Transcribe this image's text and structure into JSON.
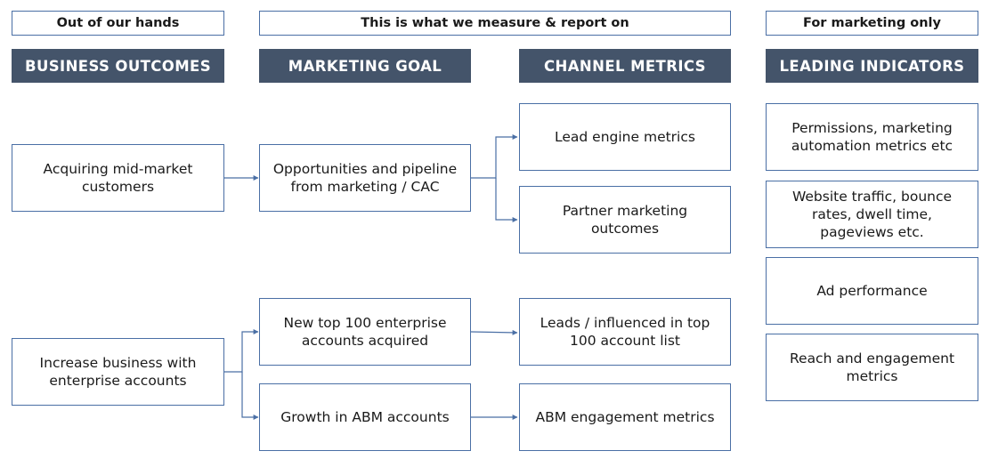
{
  "scope_labels": {
    "out_of_hands": "Out of our hands",
    "measure_report": "This is what we measure & report on",
    "marketing_only": "For marketing only"
  },
  "headers": {
    "business_outcomes": "BUSINESS OUTCOMES",
    "marketing_goal": "MARKETING GOAL",
    "channel_metrics": "CHANNEL METRICS",
    "leading_indicators": "LEADING INDICATORS"
  },
  "business_outcomes": [
    "Acquiring mid-market customers",
    "Increase business with enterprise accounts"
  ],
  "marketing_goals": [
    "Opportunities and pipeline from marketing / CAC",
    "New top 100 enterprise accounts acquired",
    "Growth in ABM accounts"
  ],
  "channel_metrics": [
    "Lead engine metrics",
    "Partner marketing outcomes",
    "Leads / influenced in top 100 account list",
    "ABM engagement metrics"
  ],
  "leading_indicators": [
    "Permissions, marketing automation metrics etc",
    "Website traffic, bounce rates, dwell time, pageviews etc.",
    "Ad performance",
    "Reach and engagement metrics"
  ],
  "colors": {
    "header_bg": "#44546a",
    "border": "#4a6fa5",
    "connector": "#4a6fa5"
  }
}
